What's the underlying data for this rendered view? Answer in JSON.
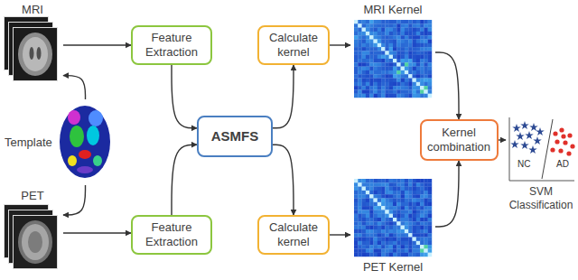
{
  "diagram": {
    "nodes": [
      {
        "text": [
          "MRI"
        ]
      },
      {
        "text": [
          "Template"
        ]
      },
      {
        "text": [
          "PET"
        ]
      },
      {
        "text": [
          "Feature Extraction"
        ]
      },
      {
        "text": [
          "Calculate kernel"
        ]
      },
      {
        "text": [
          "ASMFS"
        ]
      },
      {
        "text": [
          "Feature Extraction"
        ]
      },
      {
        "text": [
          "Calculate kernel"
        ]
      },
      {
        "text": [
          "MRI Kernel"
        ]
      },
      {
        "text": [
          "PET Kernel"
        ]
      },
      {
        "text": [
          "Kernel combination"
        ]
      },
      {
        "text": [
          "SVM Classification"
        ]
      }
    ],
    "edges": [
      {
        "from": 1,
        "to": 0,
        "arrow": "to"
      },
      {
        "from": 1,
        "to": 2,
        "arrow": "to"
      },
      {
        "from": 0,
        "to": 3,
        "arrow": "to"
      },
      {
        "from": 2,
        "to": 6,
        "arrow": "to"
      },
      {
        "from": 3,
        "to": 5,
        "arrow": "to"
      },
      {
        "from": 5,
        "to": 4,
        "arrow": "to"
      },
      {
        "from": 6,
        "to": 5,
        "arrow": "to"
      },
      {
        "from": 5,
        "to": 7,
        "arrow": "to"
      },
      {
        "from": 4,
        "to": 8,
        "arrow": "to"
      },
      {
        "from": 7,
        "to": 9,
        "arrow": "to"
      },
      {
        "from": 8,
        "to": 10,
        "arrow": "to"
      },
      {
        "from": 9,
        "to": 10,
        "arrow": "to"
      },
      {
        "from": 10,
        "to": 11,
        "arrow": "to"
      }
    ],
    "labels": [
      "NC",
      "AD"
    ]
  }
}
